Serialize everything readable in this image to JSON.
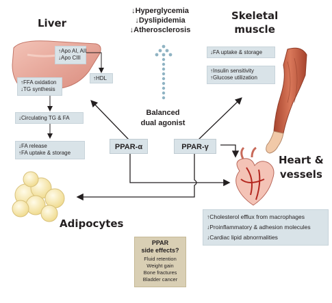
{
  "outcomes": [
    "↓Hyperglycemia",
    "↓Dyslipidemia",
    "↓Atherosclerosis"
  ],
  "center_label": [
    "Balanced",
    "dual agonist"
  ],
  "agonists": {
    "alpha": "PPAR-α",
    "gamma": "PPAR-γ"
  },
  "organs": {
    "liver": "Liver",
    "muscle": [
      "Skeletal",
      "muscle"
    ],
    "heart": [
      "Heart &",
      "vessels"
    ],
    "adipocytes": "Adipocytes"
  },
  "liver_boxes": {
    "apo": [
      "↑Apo AI, AII",
      "↓Apo CIII"
    ],
    "hdl": "↑HDL",
    "ffa": [
      "↑FFA oxidation",
      "↓TG synthesis"
    ],
    "circulating": "↓Circulating TG & FA",
    "fa_release": [
      "↓FA release",
      "↑FA uptake & storage"
    ]
  },
  "muscle_boxes": {
    "fa_uptake": "↓FA uptake & storage",
    "insulin": [
      "↑Insulin sensitivity",
      "↑Glucose utilization"
    ]
  },
  "heart_box": [
    "↑Cholesterol efflux from macrophages",
    "↓Proinflammatory & adhesion molecules",
    "↓Cardiac lipid abnormalities"
  ],
  "side_effects": {
    "title": [
      "PPAR",
      "side effects?"
    ],
    "items": [
      "Fluid retention",
      "Weight gain",
      "Bone fractures",
      "Bladder cancer"
    ]
  },
  "colors": {
    "box_bg": "#d9e3e8",
    "side_effects_bg": "#d9cfb4",
    "liver": "#e8a79a",
    "muscle": "#c86a4a",
    "heart": "#e07a6a",
    "fat": "#f4e3a2",
    "dotted_arrow": "#8fb3c3"
  }
}
